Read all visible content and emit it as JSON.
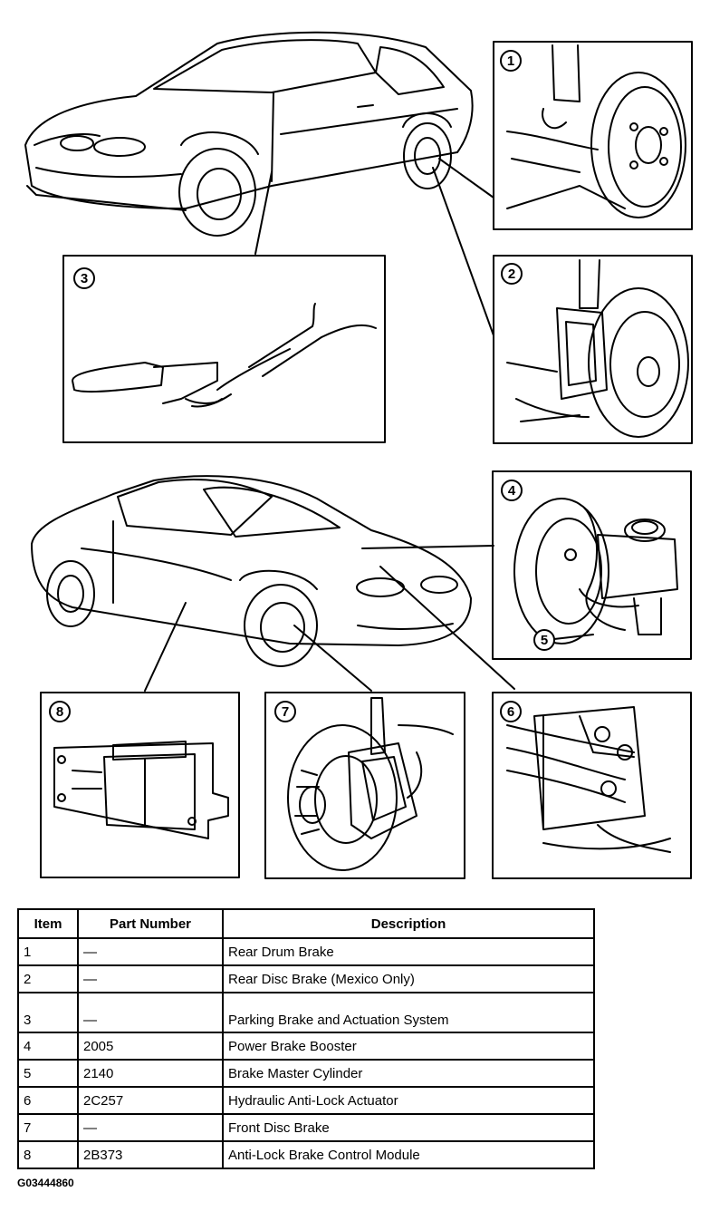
{
  "callouts": [
    "1",
    "2",
    "3",
    "4",
    "5",
    "6",
    "7",
    "8"
  ],
  "table": {
    "headers": [
      "Item",
      "Part Number",
      "Description"
    ],
    "rows": [
      {
        "item": "1",
        "part": "—",
        "desc": "Rear Drum Brake"
      },
      {
        "item": "2",
        "part": "—",
        "desc": "Rear Disc Brake (Mexico Only)"
      },
      {
        "item": "3",
        "part": "—",
        "desc": "Parking Brake and Actuation System"
      },
      {
        "item": "4",
        "part": "2005",
        "desc": "Power Brake Booster"
      },
      {
        "item": "5",
        "part": "2140",
        "desc": "Brake Master Cylinder"
      },
      {
        "item": "6",
        "part": "2C257",
        "desc": "Hydraulic Anti-Lock Actuator"
      },
      {
        "item": "7",
        "part": "—",
        "desc": "Front Disc Brake"
      },
      {
        "item": "8",
        "part": "2B373",
        "desc": "Anti-Lock Brake Control Module"
      }
    ]
  },
  "figure_id": "G03444860"
}
